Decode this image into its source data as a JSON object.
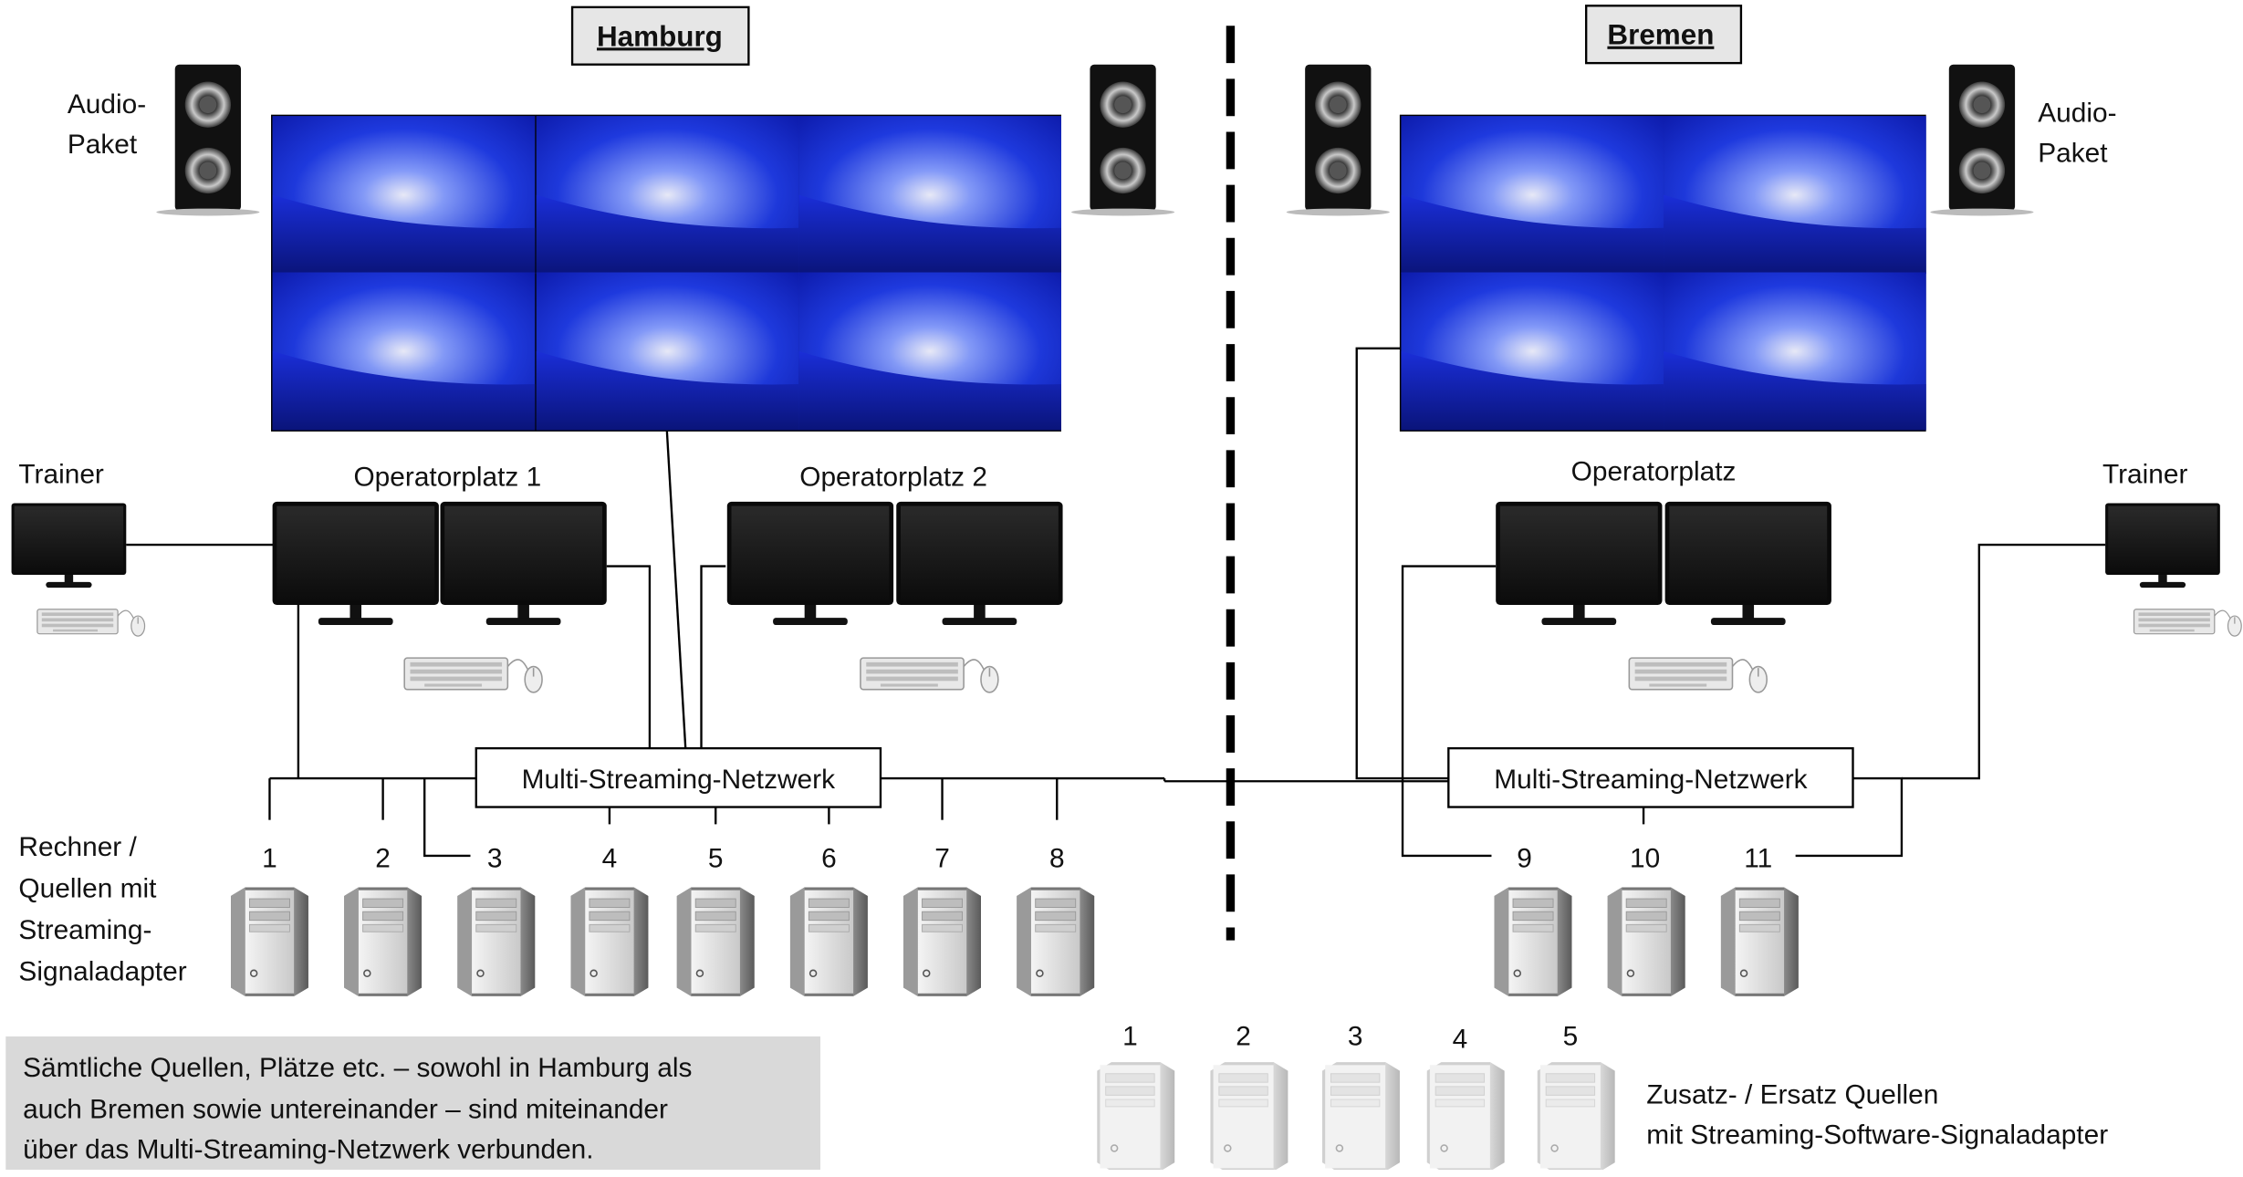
{
  "hamburg": {
    "title": "Hamburg",
    "audio_label_1": "Audio-",
    "audio_label_2": "Paket",
    "trainer": "Trainer",
    "operator_1": "Operatorplatz 1",
    "operator_2": "Operatorplatz 2",
    "network": "Multi-Streaming-Netzwerk",
    "sources_label": [
      "Rechner /",
      "Quellen mit",
      "Streaming-",
      "Signaladapter"
    ],
    "sources": [
      "1",
      "2",
      "3",
      "4",
      "5",
      "6",
      "7",
      "8"
    ]
  },
  "bremen": {
    "title": "Bremen",
    "audio_label_1": "Audio-",
    "audio_label_2": "Paket",
    "trainer": "Trainer",
    "operator": "Operatorplatz",
    "network": "Multi-Streaming-Netzwerk",
    "sources": [
      "9",
      "10",
      "11"
    ]
  },
  "extra_sources": {
    "numbers": [
      "1",
      "2",
      "3",
      "4",
      "5"
    ],
    "label_1": "Zusatz- / Ersatz Quellen",
    "label_2": "mit Streaming-Software-Signaladapter"
  },
  "note": {
    "line_1": "Sämtliche Quellen, Plätze etc. – sowohl in Hamburg als",
    "line_2": "auch Bremen sowie untereinander – sind miteinander",
    "line_3": "über das Multi-Streaming-Netzwerk verbunden."
  },
  "colors": {
    "screen_blue": "#1a2ed8",
    "screen_dark": "#0a1470",
    "title_box": "#e6e6e6",
    "note_box": "#d9d9d9",
    "line": "#000000"
  }
}
